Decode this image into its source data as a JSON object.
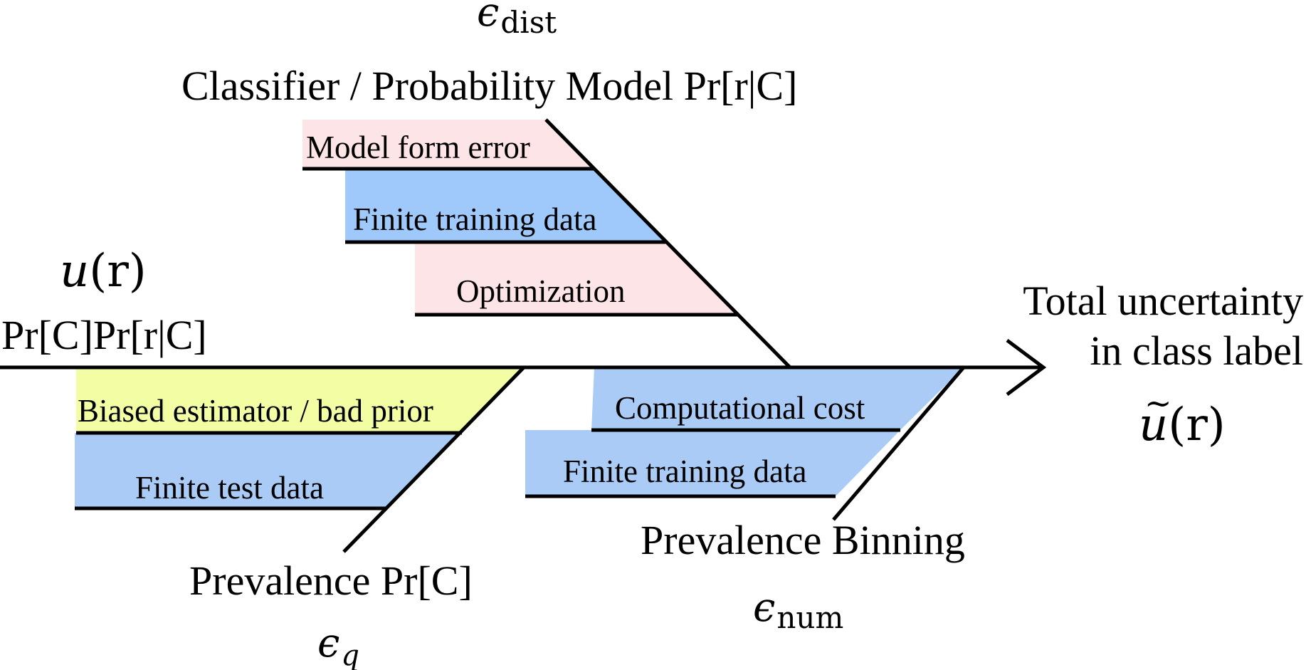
{
  "diagram": {
    "effect": {
      "line1": "Total uncertainty",
      "line2": "in class label",
      "symbol_char": "u",
      "symbol_accent": "~",
      "symbol_arg": "(r)"
    },
    "head": {
      "symbol_char": "u",
      "symbol_arg": "(r)",
      "formula": "Pr[C]Pr[r|C]"
    },
    "categories": {
      "classifier": {
        "label": "Classifier / Probability Model Pr[r|C]",
        "error_base": "ϵ",
        "error_sub": "dist",
        "causes": [
          "Model form error",
          "Finite training data",
          "Optimization"
        ]
      },
      "prevalence": {
        "label": "Prevalence Pr[C]",
        "error_base": "ϵ",
        "error_sub": "q",
        "causes": [
          "Biased estimator / bad prior",
          "Finite test data"
        ]
      },
      "binning": {
        "label": "Prevalence Binning",
        "error_base": "ϵ",
        "error_sub": "num",
        "causes": [
          "Computational cost",
          "Finite training data"
        ]
      }
    },
    "colors": {
      "pink": "#fde4e6",
      "blue": "#9fc9fb",
      "light_blue": "#a9cbf5",
      "yellow": "#f3fda4",
      "line": "#000000"
    }
  }
}
